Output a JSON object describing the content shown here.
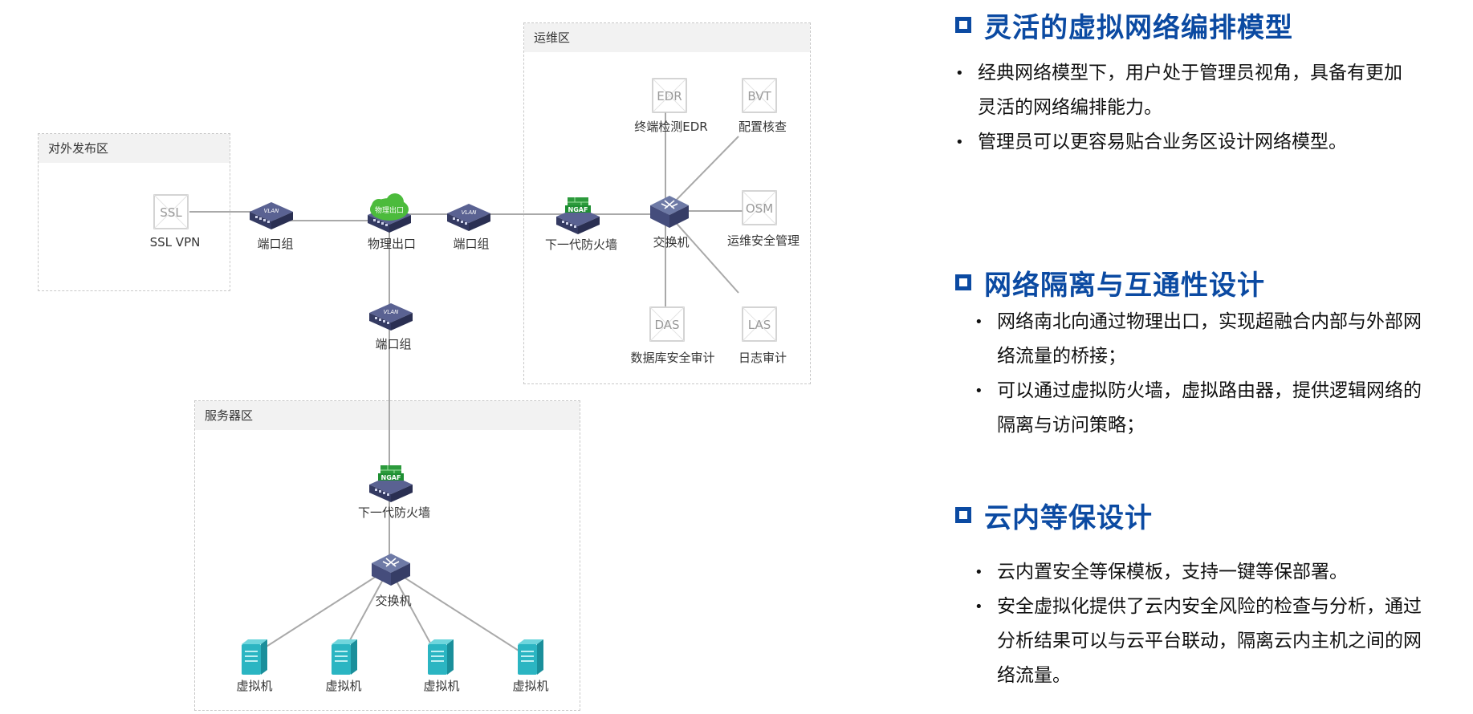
{
  "zones": {
    "external": "对外发布区",
    "ops": "运维区",
    "server": "服务器区"
  },
  "nodes": {
    "ssl_box": "SSL",
    "ssl_label": "SSL VPN",
    "port_group": "端口组",
    "physical_exit": "物理出口",
    "cloud_badge": "物理出口",
    "vlan": "VLAN",
    "ngaf": "NGAF",
    "firewall": "下一代防火墙",
    "switch": "交换机",
    "edr_box": "EDR",
    "edr_label": "终端检测EDR",
    "bvt_box": "BVT",
    "bvt_label": "配置核查",
    "osm_box": "OSM",
    "osm_label": "运维安全管理",
    "das_box": "DAS",
    "das_label": "数据库安全审计",
    "las_box": "LAS",
    "las_label": "日志审计",
    "vm": "虚拟机"
  },
  "sections": [
    {
      "title": "灵活的虚拟网络编排模型",
      "bullets": [
        "经典网络模型下，用户处于管理员视角，具备有更加",
        "灵活的网络编排能力。",
        "管理员可以更容易贴合业务区设计网络模型。"
      ]
    },
    {
      "title": "网络隔离与互通性设计",
      "bullets": [
        "网络南北向通过物理出口，实现超融合内部与外部网",
        "络流量的桥接；",
        "可以通过虚拟防火墙，虚拟路由器，提供逻辑网络的",
        "隔离与访问策略；"
      ]
    },
    {
      "title": "云内等保设计",
      "bullets": [
        "云内置安全等保模板，支持一键等保部署。",
        "安全虚拟化提供了云内安全风险的检查与分析，通过",
        "分析结果可以与云平台联动，隔离云内主机之间的网",
        "络流量。"
      ]
    }
  ],
  "colors": {
    "accent": "#0b4aa2",
    "device": "#3d4470",
    "cloud": "#4cbb3c",
    "vm": "#29b2c0"
  }
}
